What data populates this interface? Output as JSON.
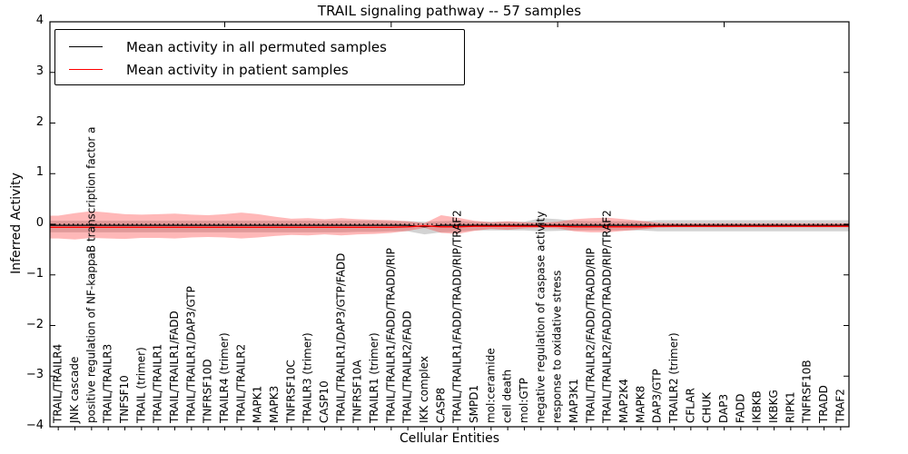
{
  "title": "TRAIL signaling pathway -- 57 samples",
  "axes": {
    "ylabel": "Inferred Activity",
    "xlabel": "Cellular Entities",
    "ylim": [
      -4,
      4
    ],
    "yticks": [
      {
        "v": 4,
        "label": "4"
      },
      {
        "v": 3,
        "label": "3"
      },
      {
        "v": 2,
        "label": "2"
      },
      {
        "v": 1,
        "label": "1"
      },
      {
        "v": 0,
        "label": "0"
      },
      {
        "v": -1,
        "label": "−1"
      },
      {
        "v": -2,
        "label": "−2"
      },
      {
        "v": -3,
        "label": "−3"
      },
      {
        "v": -4,
        "label": "−4"
      }
    ]
  },
  "legend": {
    "items": [
      {
        "label": "Mean activity in all permuted samples",
        "color": "#000000"
      },
      {
        "label": "Mean activity in patient samples",
        "color": "#ff0000"
      }
    ]
  },
  "chart_data": {
    "type": "line",
    "title": "TRAIL signaling pathway -- 57 samples",
    "xlabel": "Cellular Entities",
    "ylabel": "Inferred Activity",
    "ylim": [
      -4,
      4
    ],
    "grid": false,
    "legend_position": "upper left",
    "x_major_ticks": [
      10,
      20,
      30,
      40
    ],
    "categories": [
      "TRAIL/TRAILR4",
      "JNK cascade",
      "positive regulation of NF-kappaB transcription factor a",
      "TRAIL/TRAILR3",
      "TNFSF10",
      "TRAIL (trimer)",
      "TRAIL/TRAILR1",
      "TRAIL/TRAILR1/FADD",
      "TRAIL/TRAILR1/DAP3/GTP",
      "TNFRSF10D",
      "TRAILR4 (trimer)",
      "TRAIL/TRAILR2",
      "MAPK1",
      "MAPK3",
      "TNFRSF10C",
      "TRAILR3 (trimer)",
      "CASP10",
      "TRAIL/TRAILR1/DAP3/GTP/FADD",
      "TNFRSF10A",
      "TRAILR1 (trimer)",
      "TRAIL/TRAILR1/FADD/TRADD/RIP",
      "TRAIL/TRAILR2/FADD",
      "IKK complex",
      "CASP8",
      "TRAIL/TRAILR1/FADD/TRADD/RIP/TRAF2",
      "SMPD1",
      "mol:ceramide",
      "cell death",
      "mol:GTP",
      "negative regulation of caspase activity",
      "response to oxidative stress",
      "MAP3K1",
      "TRAIL/TRAILR2/FADD/TRADD/RIP",
      "TRAIL/TRAILR2/FADD/TRADD/RIP/TRAF2",
      "MAP2K4",
      "MAPK8",
      "DAP3/GTP",
      "TRAILR2 (trimer)",
      "CFLAR",
      "CHUK",
      "DAP3",
      "FADD",
      "IKBKB",
      "IKBKG",
      "RIPK1",
      "TNFRSF10B",
      "TRADD",
      "TRAF2"
    ],
    "reference_line": {
      "y": 0,
      "style": "dotted",
      "color": "#000000"
    },
    "series": [
      {
        "name": "Mean activity in all permuted samples",
        "color": "#000000",
        "band_color": "rgba(130,130,130,0.35)",
        "values": [
          -0.02,
          -0.02,
          -0.02,
          -0.02,
          -0.02,
          -0.02,
          -0.02,
          -0.02,
          -0.02,
          -0.02,
          -0.02,
          -0.02,
          -0.02,
          -0.02,
          -0.02,
          -0.02,
          -0.02,
          -0.02,
          -0.02,
          -0.02,
          -0.02,
          -0.02,
          -0.05,
          -0.02,
          -0.02,
          -0.02,
          -0.02,
          -0.02,
          -0.02,
          -0.02,
          -0.02,
          -0.02,
          -0.02,
          -0.02,
          -0.02,
          -0.02,
          -0.02,
          -0.02,
          -0.02,
          -0.02,
          -0.02,
          -0.02,
          -0.02,
          -0.02,
          -0.02,
          -0.02,
          -0.02,
          -0.02
        ],
        "band_upper": [
          0.07,
          0.07,
          0.07,
          0.07,
          0.07,
          0.07,
          0.07,
          0.07,
          0.07,
          0.07,
          0.07,
          0.07,
          0.07,
          0.07,
          0.07,
          0.07,
          0.07,
          0.07,
          0.07,
          0.07,
          0.06,
          0.06,
          0.05,
          0.06,
          0.07,
          0.05,
          0.05,
          0.05,
          0.05,
          0.12,
          0.1,
          0.07,
          0.06,
          0.06,
          0.06,
          0.06,
          0.08,
          0.08,
          0.08,
          0.08,
          0.08,
          0.08,
          0.08,
          0.08,
          0.08,
          0.08,
          0.08,
          0.08
        ],
        "band_lower": [
          -0.16,
          -0.16,
          -0.16,
          -0.16,
          -0.16,
          -0.16,
          -0.16,
          -0.16,
          -0.16,
          -0.16,
          -0.16,
          -0.16,
          -0.16,
          -0.16,
          -0.16,
          -0.16,
          -0.16,
          -0.16,
          -0.15,
          -0.15,
          -0.14,
          -0.14,
          -0.2,
          -0.16,
          -0.15,
          -0.12,
          -0.12,
          -0.12,
          -0.12,
          -0.14,
          -0.13,
          -0.12,
          -0.12,
          -0.12,
          -0.12,
          -0.12,
          -0.14,
          -0.14,
          -0.14,
          -0.14,
          -0.14,
          -0.14,
          -0.14,
          -0.14,
          -0.14,
          -0.14,
          -0.14,
          -0.14
        ]
      },
      {
        "name": "Mean activity in patient samples",
        "color": "#ff0000",
        "band_color": "rgba(255,35,35,0.32)",
        "values": [
          -0.06,
          -0.06,
          -0.06,
          -0.06,
          -0.06,
          -0.06,
          -0.06,
          -0.06,
          -0.06,
          -0.06,
          -0.06,
          -0.06,
          -0.06,
          -0.06,
          -0.06,
          -0.06,
          -0.06,
          -0.06,
          -0.06,
          -0.06,
          -0.06,
          -0.05,
          -0.03,
          -0.05,
          -0.05,
          -0.04,
          -0.04,
          -0.04,
          -0.04,
          -0.04,
          -0.04,
          -0.05,
          -0.05,
          -0.05,
          -0.05,
          -0.05,
          -0.04,
          -0.04,
          -0.04,
          -0.04,
          -0.04,
          -0.04,
          -0.04,
          -0.04,
          -0.04,
          -0.04,
          -0.04,
          -0.04
        ],
        "band_upper": [
          0.17,
          0.22,
          0.26,
          0.23,
          0.2,
          0.19,
          0.2,
          0.21,
          0.19,
          0.18,
          0.2,
          0.23,
          0.2,
          0.15,
          0.11,
          0.12,
          0.1,
          0.12,
          0.1,
          0.09,
          0.08,
          0.06,
          0.02,
          0.18,
          0.13,
          0.07,
          0.04,
          0.06,
          0.04,
          0.03,
          0.05,
          0.1,
          0.12,
          0.13,
          0.1,
          0.07,
          0.03,
          0.02,
          0.02,
          0.02,
          0.02,
          0.02,
          0.02,
          0.02,
          0.02,
          0.02,
          0.02,
          0.02
        ],
        "band_lower": [
          -0.28,
          -0.3,
          -0.27,
          -0.28,
          -0.29,
          -0.27,
          -0.27,
          -0.28,
          -0.26,
          -0.25,
          -0.26,
          -0.28,
          -0.26,
          -0.23,
          -0.21,
          -0.22,
          -0.2,
          -0.22,
          -0.2,
          -0.19,
          -0.17,
          -0.13,
          -0.07,
          -0.17,
          -0.19,
          -0.13,
          -0.09,
          -0.11,
          -0.08,
          -0.07,
          -0.08,
          -0.14,
          -0.16,
          -0.16,
          -0.13,
          -0.1,
          -0.07,
          -0.06,
          -0.06,
          -0.06,
          -0.06,
          -0.06,
          -0.06,
          -0.06,
          -0.06,
          -0.06,
          -0.06,
          -0.06
        ]
      }
    ]
  }
}
